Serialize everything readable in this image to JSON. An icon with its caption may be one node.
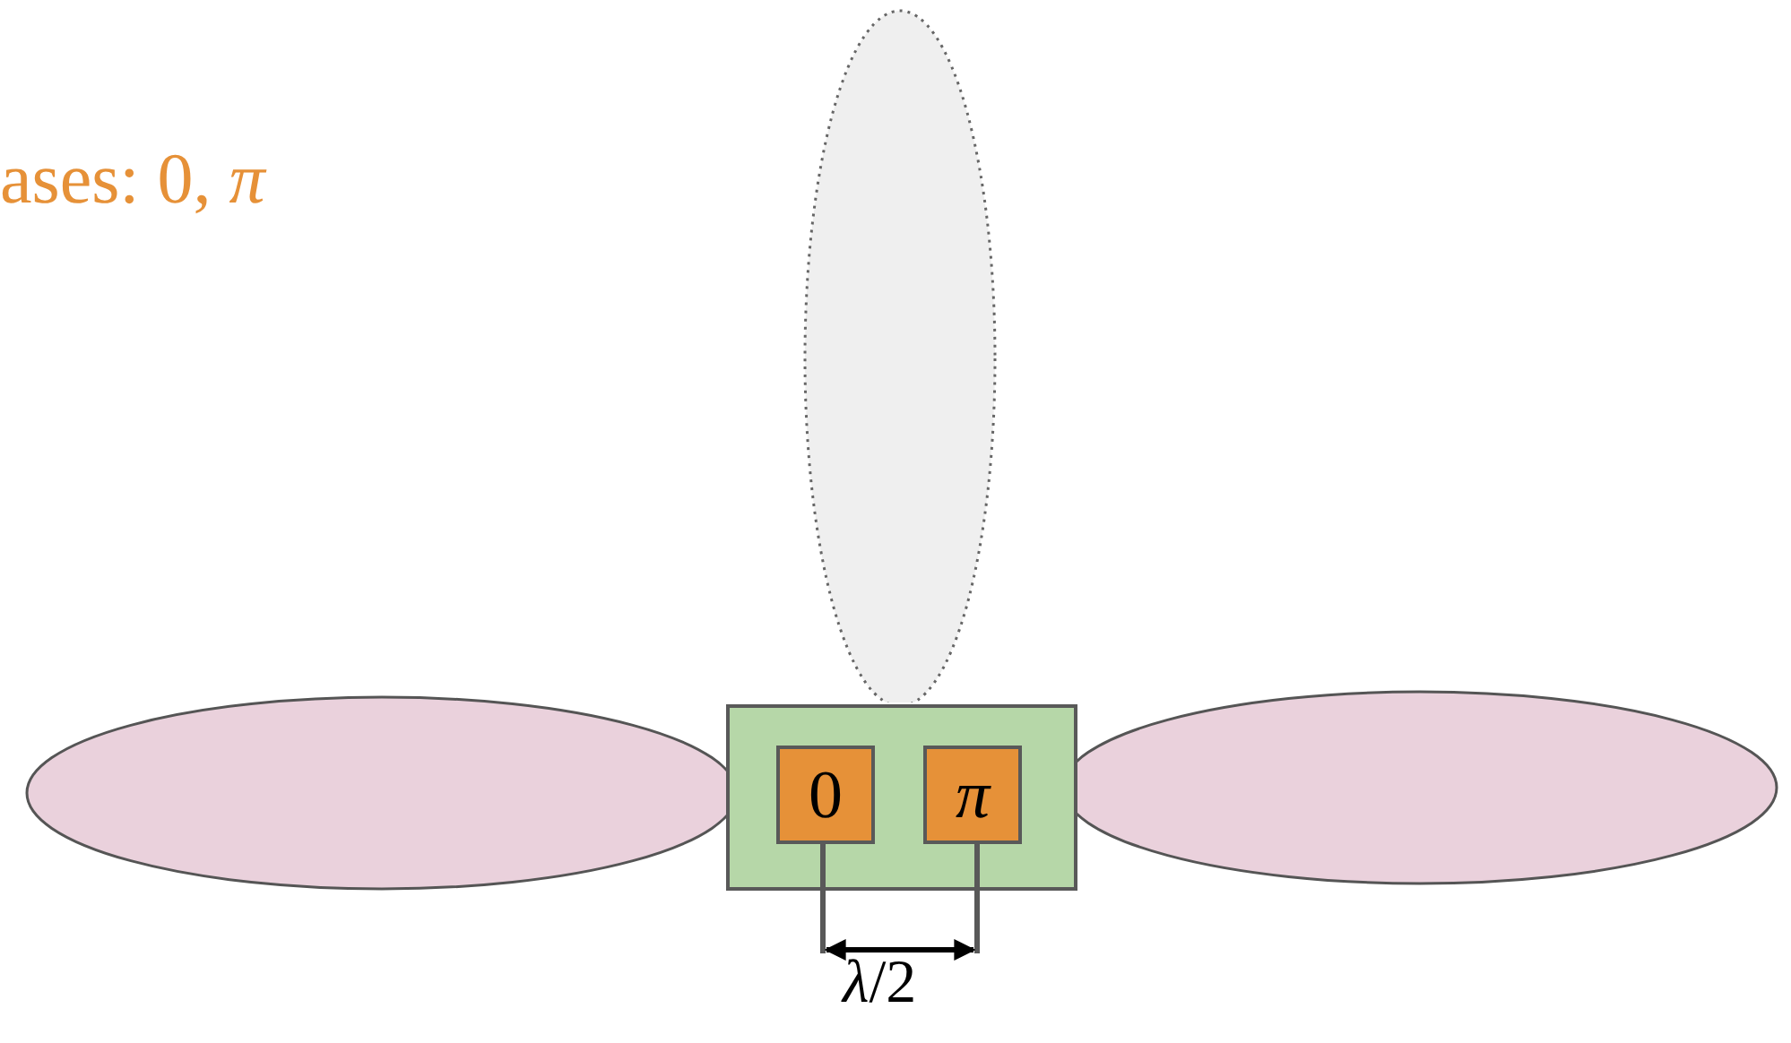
{
  "diagram": {
    "nodes": [
      {
        "text": [],
        "shape": "ellipse"
      },
      {
        "text": [],
        "shape": "ellipse"
      },
      {
        "text": [],
        "shape": "box"
      },
      {
        "text": [
          "0"
        ],
        "in": 2
      },
      {
        "text": [
          "*π*"
        ],
        "in": 2
      },
      {
        "text": [],
        "shape": "ellipse"
      }
    ],
    "edges": [],
    "labels": [
      "ases: 0, *π*",
      "*λ*/2"
    ]
  }
}
